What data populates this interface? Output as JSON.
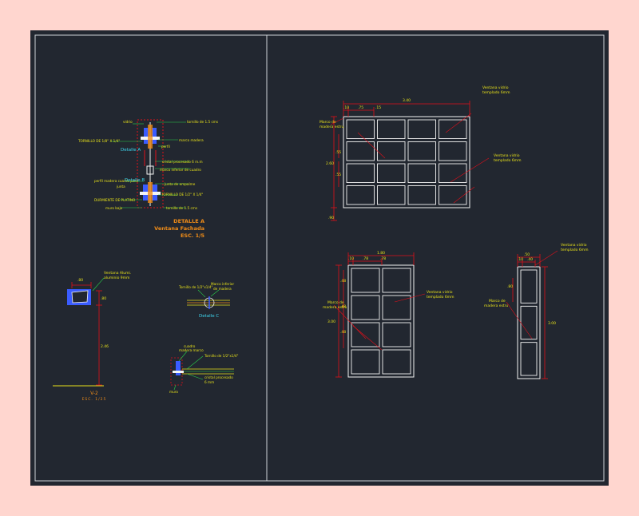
{
  "colors": {
    "background": "#ffd6cf",
    "sheet": "#222730",
    "frame": "#cfd3d8",
    "dimension": "#e0101a",
    "yellow": "#e8e21a",
    "cyan": "#3fd8f0",
    "orange": "#f08c18",
    "blue": "#3a5cff",
    "white": "#f4f4f4",
    "green": "#29d04a"
  },
  "detail_section": {
    "title_line1": "DETALLE A",
    "title_line2": "Ventana Fachada",
    "title_line3": "ESC. 1/5",
    "label_detalle_a": "Detalle A",
    "label_detalle_b": "Detalle B",
    "label_vidrio": "vidrio",
    "label_tornillo_15_top": "tornillo de 1.5 cms",
    "label_muro_madera": "marco madera",
    "label_tornillo_18": "TORNILLO DE 1/8\" X 1/4\"",
    "label_perfil": "perfil",
    "label_cristal": "cristal procesado 6 m.m",
    "label_marco_inferior": "marco inferior de cuadro",
    "label_perfil_madera": "perfil madera cuadro para",
    "label_junta": "junta",
    "label_junta_empalme": "junta de empalme",
    "label_tornillo_12_b": "TORNILLO DE 1/2\" X 1/4\"",
    "label_durmiente": "DURMIENTE DE PLATINO",
    "label_muro_bajo": "muro bajo",
    "label_tornillo_15_bottom": "tornillo de 1.5 cms"
  },
  "detail_c": {
    "label_tornillo": "Tornillo de 1/2\"x1/4\"",
    "label_marco_inferior_1": "Marco inferior",
    "label_marco_inferior_2": "de madera",
    "label": "Detalle C"
  },
  "detail_v2": {
    "dim_top": ".80",
    "dim_right": ".80",
    "dim_height": "2.46",
    "label_1": "Ventana Alumi.",
    "label_2": "aluminio 9mm",
    "title": "V-2",
    "scale": "ESC. 1/25"
  },
  "detail_d": {
    "label_cuadro_1": "cuadro",
    "label_cuadro_2": "madera marco",
    "label_tornillo": "Tornillo de 1/2\"x1/4\"",
    "label_cristal_1": "cristal procesado",
    "label_cristal_2": "6 mm",
    "label_muro": "muro"
  },
  "window_large": {
    "dim_total_width": "3.40",
    "dim_seg_1": ".10",
    "dim_seg_2": ".75",
    "dim_seg_3": ".15",
    "dim_h_1": ".55",
    "dim_h_2": ".55",
    "dim_total_height": "2.60",
    "dim_sill": ".90",
    "label_top_1": "Ventana vidrio",
    "label_top_2": "templado 6mm",
    "label_left_1": "Marco de",
    "label_left_2": "madera estru",
    "label_right_1": "Ventana vidrio",
    "label_right_2": "templado 6mm",
    "rows": 4,
    "cols": 4
  },
  "window_medium": {
    "dim_total_width": "1.80",
    "dim_seg_1": ".10",
    "dim_seg_2": ".78",
    "dim_seg_3": ".78",
    "dim_h_1": ".48",
    "dim_h_2": ".48",
    "dim_h_3": ".48",
    "dim_total_height": "3.00",
    "label_right_1": "Ventana vidrio",
    "label_right_2": "templado 6mm",
    "label_left_1": "Marco de",
    "label_left_2": "madera estru",
    "rows": 4,
    "cols": 2
  },
  "window_narrow": {
    "dim_total_width": ".50",
    "dim_seg_1": ".10",
    "dim_seg_2": ".40",
    "dim_h_1": ".80",
    "dim_total_height": "3.00",
    "label_top_1": "Ventana vidrio",
    "label_top_2": "templado 6mm",
    "label_left_1": "Marco de",
    "label_left_2": "madera estru",
    "rows": 3,
    "cols": 1
  }
}
